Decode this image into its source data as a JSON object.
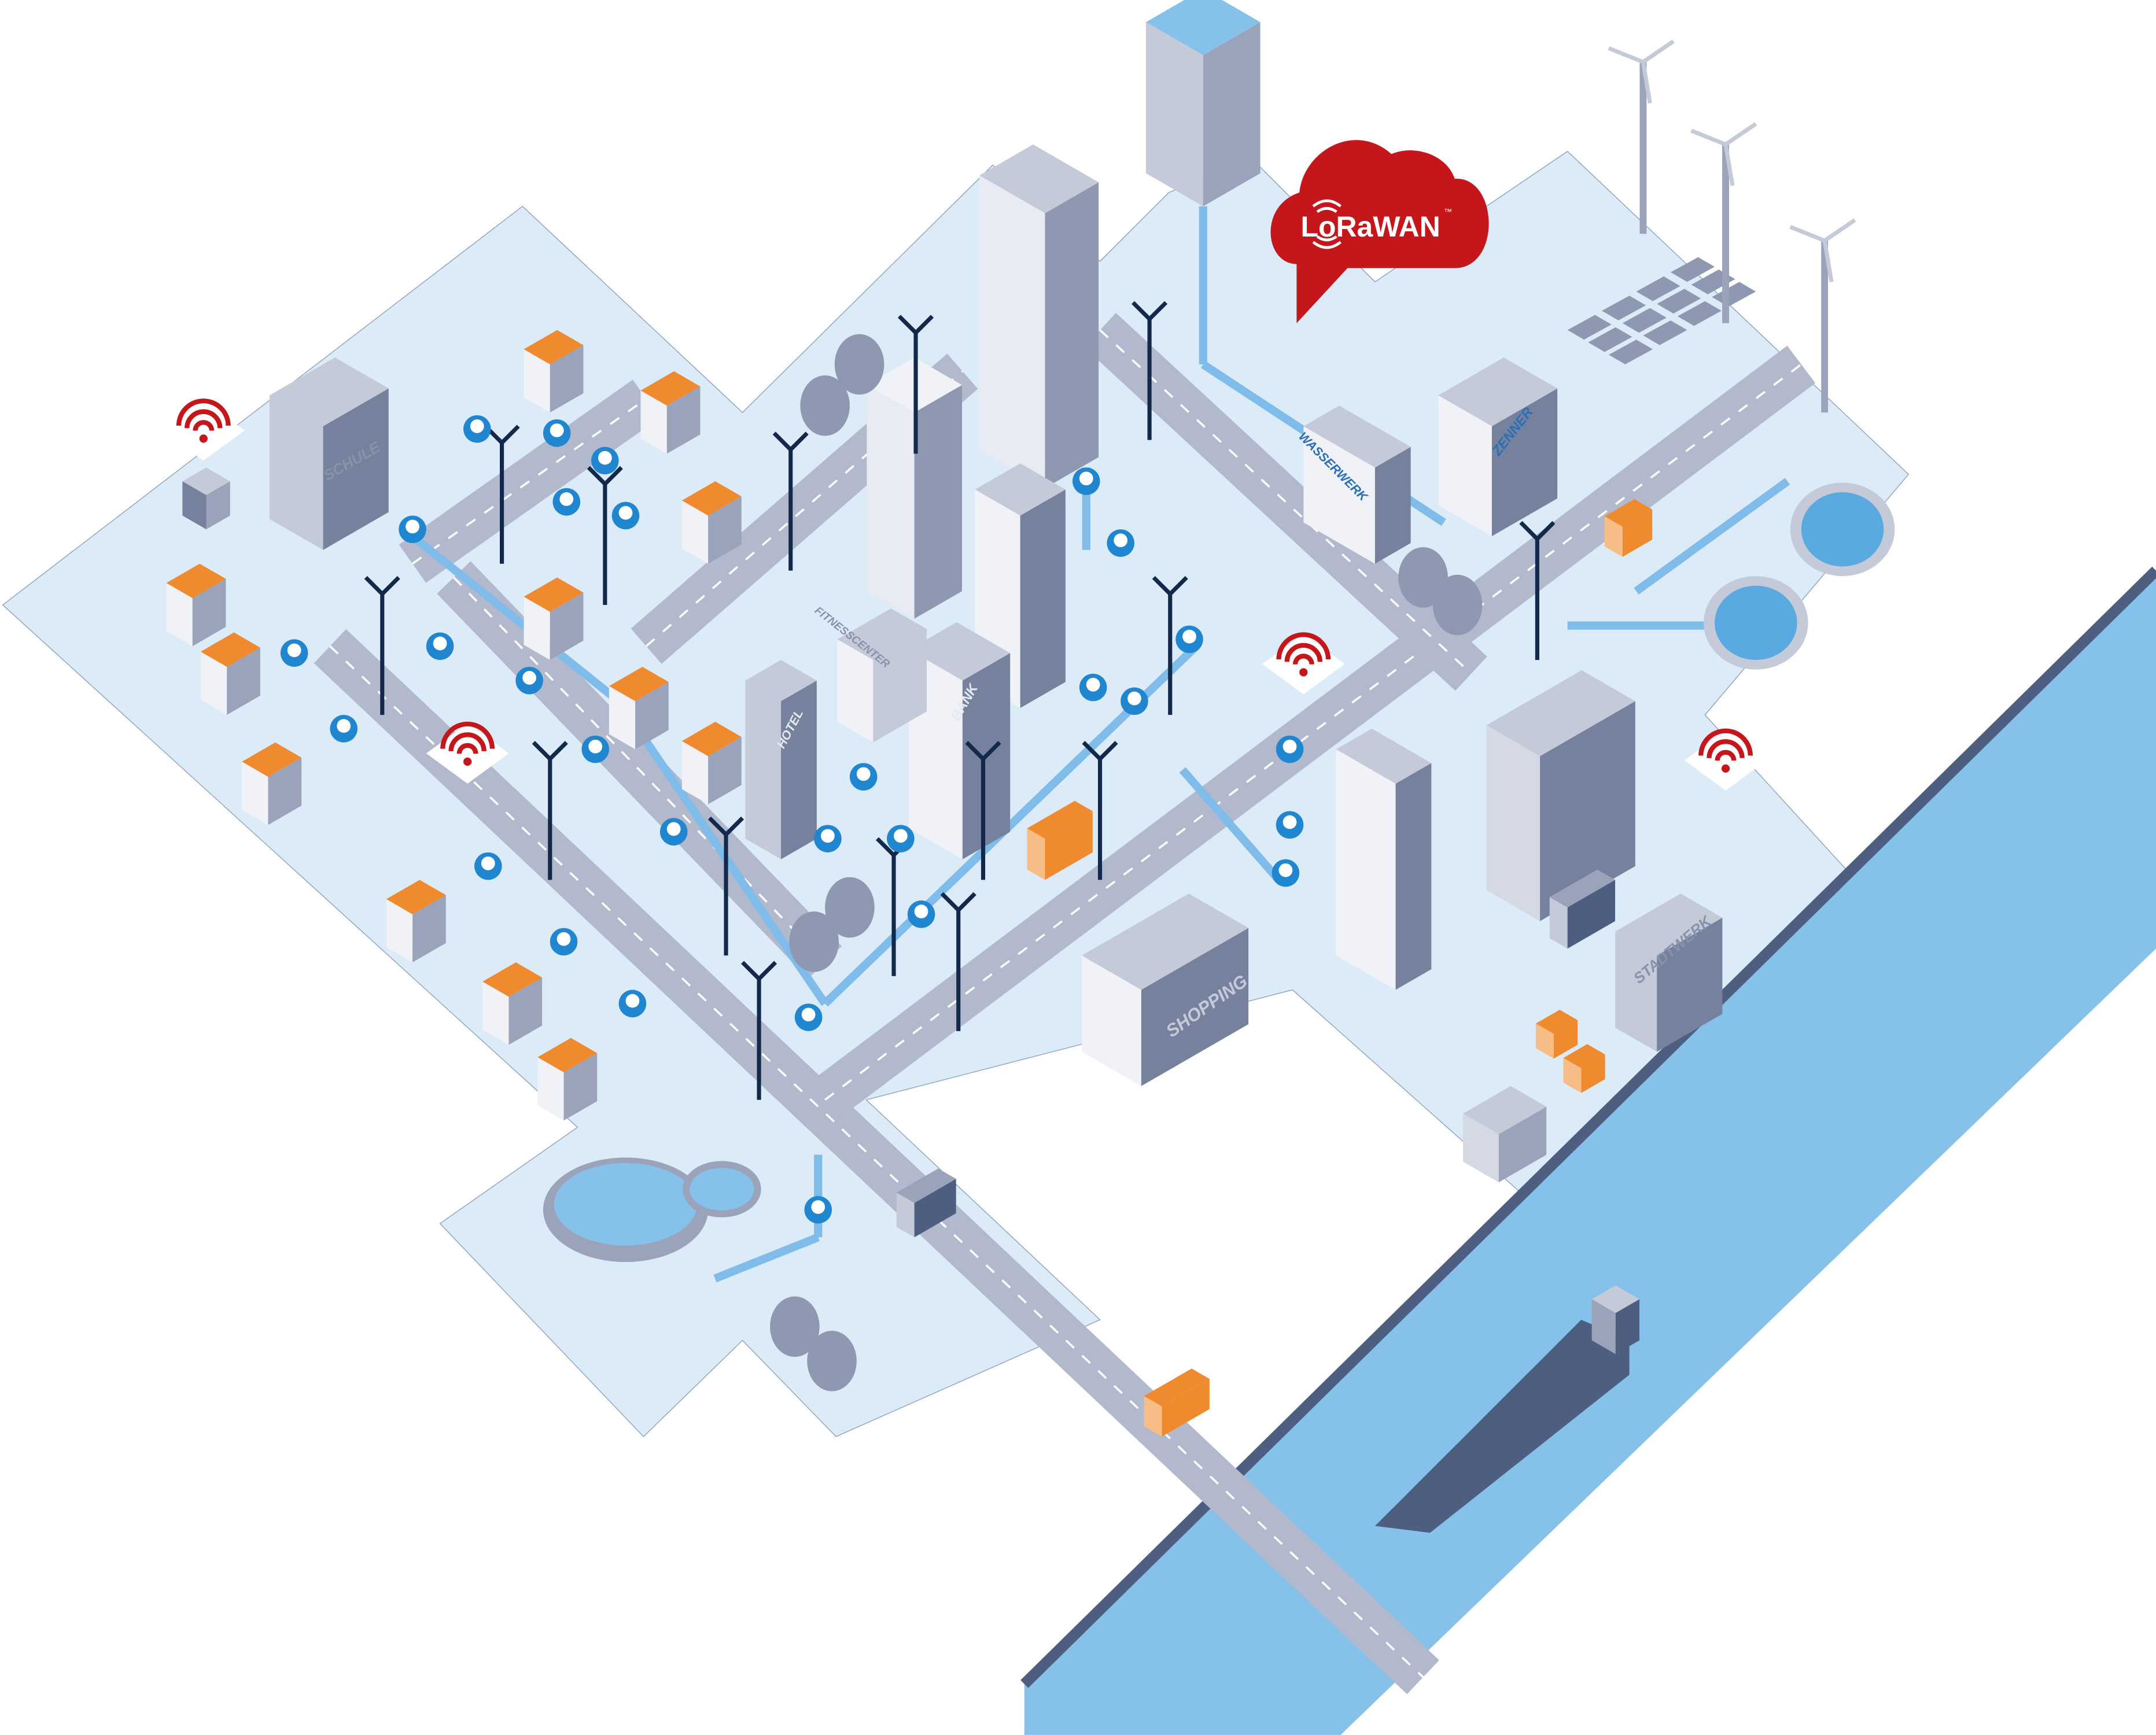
{
  "logo": {
    "text": "LoRaWAN",
    "trademark": "™",
    "cloud_color": "#c5161b"
  },
  "buildings": {
    "school": "SCHULE",
    "gym": "FITNESSCENTER",
    "hotel": "HOTEL",
    "bank": "BANK",
    "waterworks": "WASSERWERK",
    "company": "ZENNER",
    "shopping": "SHOPPING",
    "utility": "STADTWERK"
  },
  "colors": {
    "ground": "#dcebf8",
    "road": "#b3b9cc",
    "river": "#86c1ea",
    "building_light": "#c5cad9",
    "building_dark": "#75819d",
    "roof_orange": "#ef8a2f",
    "roof_light": "#f7bd86",
    "meter_blue": "#1f86cf",
    "gateway_red": "#c5161b",
    "pole_dark": "#13294b"
  }
}
